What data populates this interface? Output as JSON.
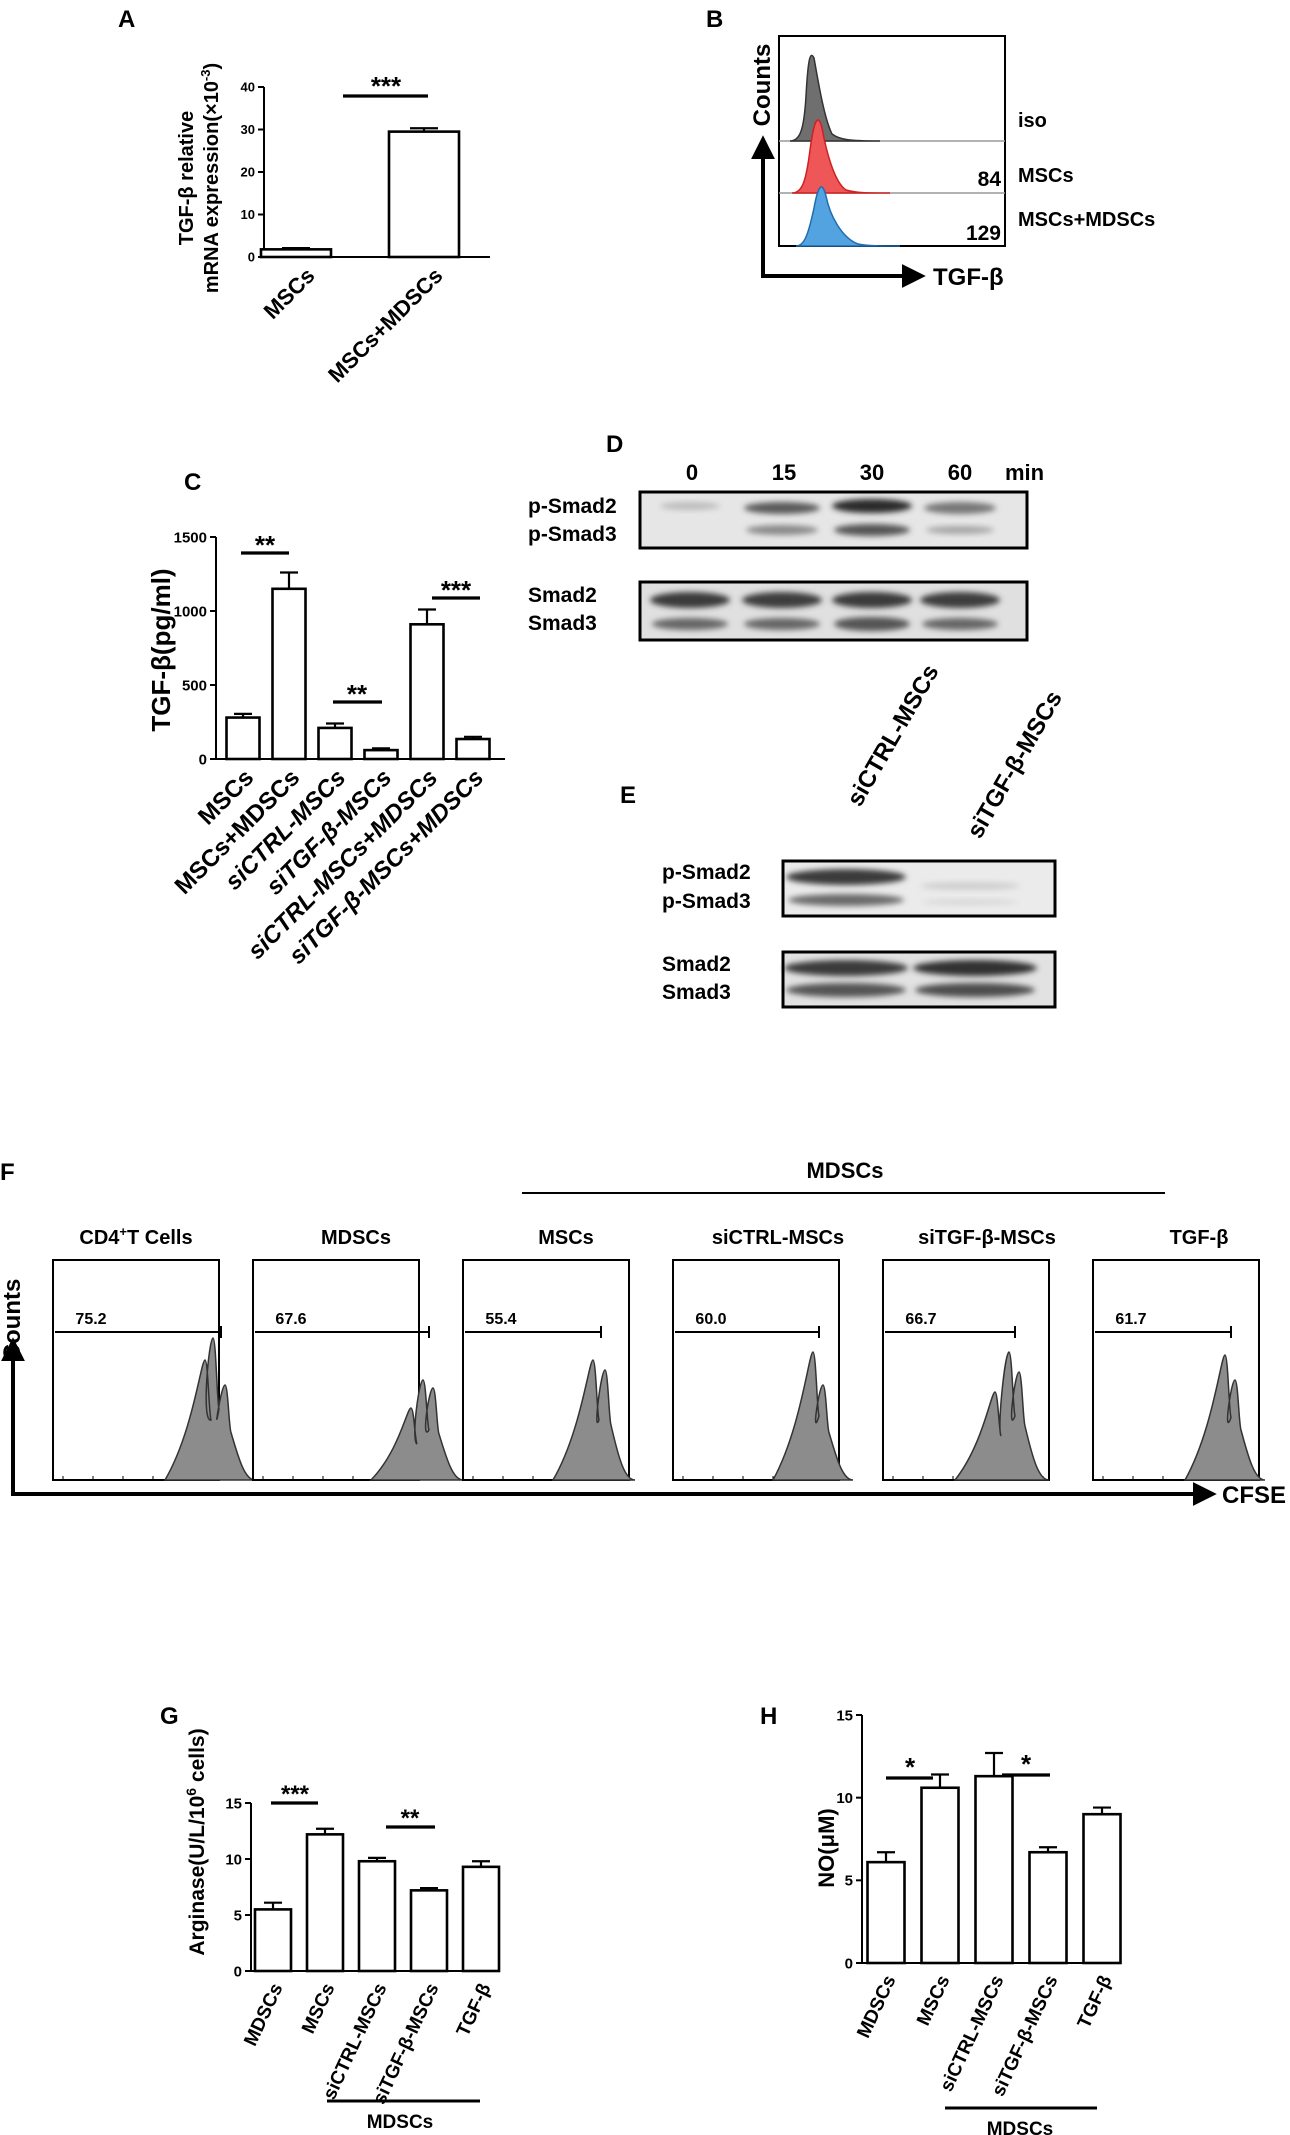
{
  "panel_labels": {
    "a": "A",
    "b": "B",
    "c": "C",
    "d": "D",
    "e": "E",
    "f": "F",
    "g": "G",
    "h": "H"
  },
  "panel_a": {
    "ylabel_line1": "TGF-β relative",
    "ylabel_line2": "mRNA expression(×10",
    "ylabel_sup": "-3",
    "ylabel_close": ")",
    "significance": "***"
  },
  "panel_b": {
    "y_axis": "Counts",
    "x_axis": "TGF-β",
    "rows": [
      {
        "label": "iso",
        "value": "",
        "color": "#7f7f7f"
      },
      {
        "label": "MSCs",
        "value": "84",
        "color": "#e8393c"
      },
      {
        "label": "MSCs+MDSCs",
        "value": "129",
        "color": "#3a8fd8"
      }
    ]
  },
  "panel_c": {
    "significance": [
      "**",
      "**",
      "***"
    ]
  },
  "panel_d": {
    "times": [
      "0",
      "15",
      "30",
      "60"
    ],
    "time_unit": "min",
    "rows": [
      {
        "line1": "p-Smad2",
        "line2": "p-Smad3"
      },
      {
        "line1": "Smad2",
        "line2": "Smad3"
      }
    ]
  },
  "panel_e": {
    "lanes": [
      "siCTRL-MSCs",
      "siTGF-β-MSCs"
    ],
    "rows": [
      {
        "line1": "p-Smad2",
        "line2": "p-Smad3"
      },
      {
        "line1": "Smad2",
        "line2": "Smad3"
      }
    ]
  },
  "panel_f": {
    "group_label": "MDSCs",
    "plot_titles": [
      "CD4",
      "MDSCs",
      "MSCs",
      "siCTRL-MSCs",
      "siTGF-β-MSCs",
      "TGF-β"
    ],
    "first_title_sup": "+",
    "first_title_rest": "T Cells",
    "percentages": [
      "75.2",
      "67.6",
      "55.4",
      "60.0",
      "66.7",
      "61.7"
    ],
    "y_axis": "Counts",
    "x_axis": "CFSE"
  },
  "panel_g": {
    "ylabel_main": "Arginase(U/L/10",
    "ylabel_sup": "6",
    "ylabel_tail": " cells)",
    "group_label": "MDSCs",
    "significance": [
      "***",
      "**"
    ]
  },
  "panel_h": {
    "ylabel": "NO(μM)",
    "group_label": "MDSCs",
    "significance": [
      "*",
      "*"
    ]
  },
  "chart_data": [
    {
      "type": "bar",
      "categories": [
        "MSCs",
        "MSCs+MDSCs"
      ],
      "values": [
        1.8,
        29.5
      ],
      "errors": [
        0.3,
        0.8
      ],
      "yticks": [
        "0",
        "10",
        "20",
        "30",
        "40"
      ],
      "ylim": [
        0,
        40
      ]
    },
    {
      "type": "bar",
      "categories": [
        "MSCs",
        "MSCs+MDSCs",
        "siCTRL-MSCs",
        "siTGF-β-MSCs",
        "siCTRL-MSCs+MDSCs",
        "siTGF-β-MSCs+MDSCs"
      ],
      "values": [
        280,
        1150,
        210,
        60,
        910,
        135
      ],
      "errors": [
        25,
        110,
        30,
        12,
        100,
        15
      ],
      "ylabel": "TGF-β(pg/ml)",
      "yticks": [
        "0",
        "500",
        "1000",
        "1500"
      ],
      "ylim": [
        0,
        1500
      ]
    },
    {
      "type": "bar",
      "categories": [
        "MDSCs",
        "MSCs",
        "siCTRL-MSCs",
        "siTGF-β-MSCs",
        "TGF-β"
      ],
      "values": [
        5.5,
        12.2,
        9.8,
        7.2,
        9.3
      ],
      "errors": [
        0.6,
        0.5,
        0.3,
        0.2,
        0.5
      ],
      "yticks": [
        "0",
        "5",
        "10",
        "15"
      ],
      "ylim": [
        0,
        15
      ]
    },
    {
      "type": "bar",
      "categories": [
        "MDSCs",
        "MSCs",
        "siCTRL-MSCs",
        "siTGF-β-MSCs",
        "TGF-β"
      ],
      "values": [
        6.1,
        10.6,
        11.3,
        6.7,
        9.0
      ],
      "errors": [
        0.6,
        0.8,
        1.4,
        0.3,
        0.4
      ],
      "yticks": [
        "0",
        "5",
        "10",
        "15"
      ],
      "ylim": [
        0,
        15
      ]
    }
  ]
}
